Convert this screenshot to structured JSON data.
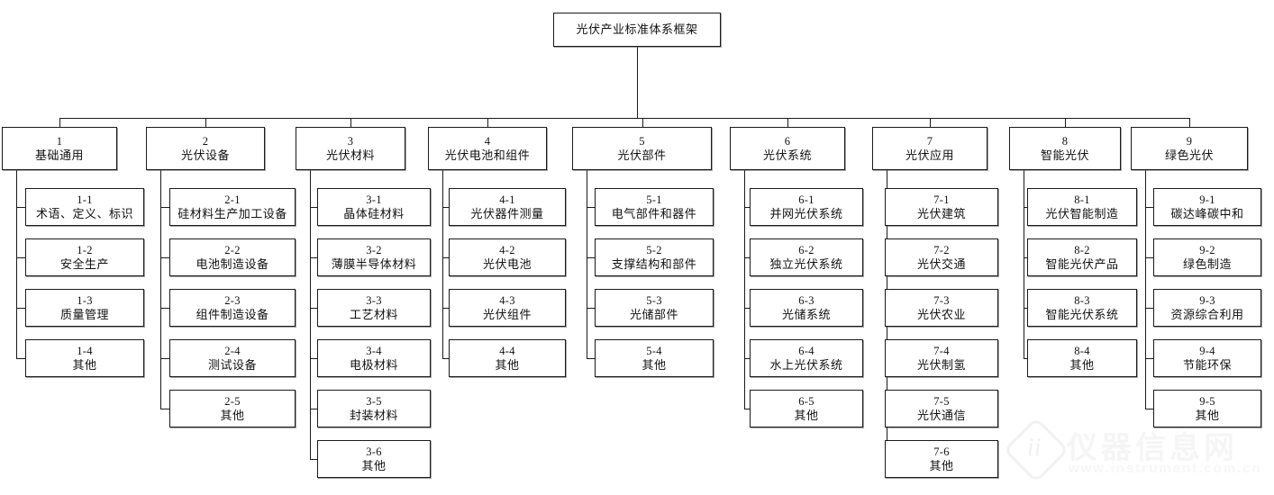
{
  "diagram": {
    "root": {
      "label": "光伏产业标准体系框架"
    },
    "columns": [
      {
        "code": "1",
        "label": "基础通用",
        "children": [
          {
            "code": "1-1",
            "label": "术语、定义、标识"
          },
          {
            "code": "1-2",
            "label": "安全生产"
          },
          {
            "code": "1-3",
            "label": "质量管理"
          },
          {
            "code": "1-4",
            "label": "其他"
          }
        ]
      },
      {
        "code": "2",
        "label": "光伏设备",
        "children": [
          {
            "code": "2-1",
            "label": "硅材料生产加工设备"
          },
          {
            "code": "2-2",
            "label": "电池制造设备"
          },
          {
            "code": "2-3",
            "label": "组件制造设备"
          },
          {
            "code": "2-4",
            "label": "测试设备"
          },
          {
            "code": "2-5",
            "label": "其他"
          }
        ]
      },
      {
        "code": "3",
        "label": "光伏材料",
        "children": [
          {
            "code": "3-1",
            "label": "晶体硅材料"
          },
          {
            "code": "3-2",
            "label": "薄膜半导体材料"
          },
          {
            "code": "3-3",
            "label": "工艺材料"
          },
          {
            "code": "3-4",
            "label": "电极材料"
          },
          {
            "code": "3-5",
            "label": "封装材料"
          },
          {
            "code": "3-6",
            "label": "其他"
          }
        ]
      },
      {
        "code": "4",
        "label": "光伏电池和组件",
        "children": [
          {
            "code": "4-1",
            "label": "光伏器件测量"
          },
          {
            "code": "4-2",
            "label": "光伏电池"
          },
          {
            "code": "4-3",
            "label": "光伏组件"
          },
          {
            "code": "4-4",
            "label": "其他"
          }
        ]
      },
      {
        "code": "5",
        "label": "光伏部件",
        "children": [
          {
            "code": "5-1",
            "label": "电气部件和器件"
          },
          {
            "code": "5-2",
            "label": "支撑结构和部件"
          },
          {
            "code": "5-3",
            "label": "光储部件"
          },
          {
            "code": "5-4",
            "label": "其他"
          }
        ]
      },
      {
        "code": "6",
        "label": "光伏系统",
        "children": [
          {
            "code": "6-1",
            "label": "并网光伏系统"
          },
          {
            "code": "6-2",
            "label": "独立光伏系统"
          },
          {
            "code": "6-3",
            "label": "光储系统"
          },
          {
            "code": "6-4",
            "label": "水上光伏系统"
          },
          {
            "code": "6-5",
            "label": "其他"
          }
        ]
      },
      {
        "code": "7",
        "label": "光伏应用",
        "children": [
          {
            "code": "7-1",
            "label": "光伏建筑"
          },
          {
            "code": "7-2",
            "label": "光伏交通"
          },
          {
            "code": "7-3",
            "label": "光伏农业"
          },
          {
            "code": "7-4",
            "label": "光伏制氢"
          },
          {
            "code": "7-5",
            "label": "光伏通信"
          },
          {
            "code": "7-6",
            "label": "其他"
          }
        ]
      },
      {
        "code": "8",
        "label": "智能光伏",
        "children": [
          {
            "code": "8-1",
            "label": "光伏智能制造"
          },
          {
            "code": "8-2",
            "label": "智能光伏产品"
          },
          {
            "code": "8-3",
            "label": "智能光伏系统"
          },
          {
            "code": "8-4",
            "label": "其他"
          }
        ]
      },
      {
        "code": "9",
        "label": "绿色光伏",
        "children": [
          {
            "code": "9-1",
            "label": "碳达峰碳中和"
          },
          {
            "code": "9-2",
            "label": "绿色制造"
          },
          {
            "code": "9-3",
            "label": "资源综合利用"
          },
          {
            "code": "9-4",
            "label": "节能环保"
          },
          {
            "code": "9-5",
            "label": "其他"
          }
        ]
      }
    ]
  },
  "watermark": {
    "text": "仪器信息网",
    "url": "www.instrument.com.cn",
    "mark": "ii"
  },
  "colors": {
    "line": "#1a1a1a",
    "box_border": "#1a1a1a",
    "text": "#111111",
    "background": "#ffffff",
    "watermark": "#ededed"
  }
}
